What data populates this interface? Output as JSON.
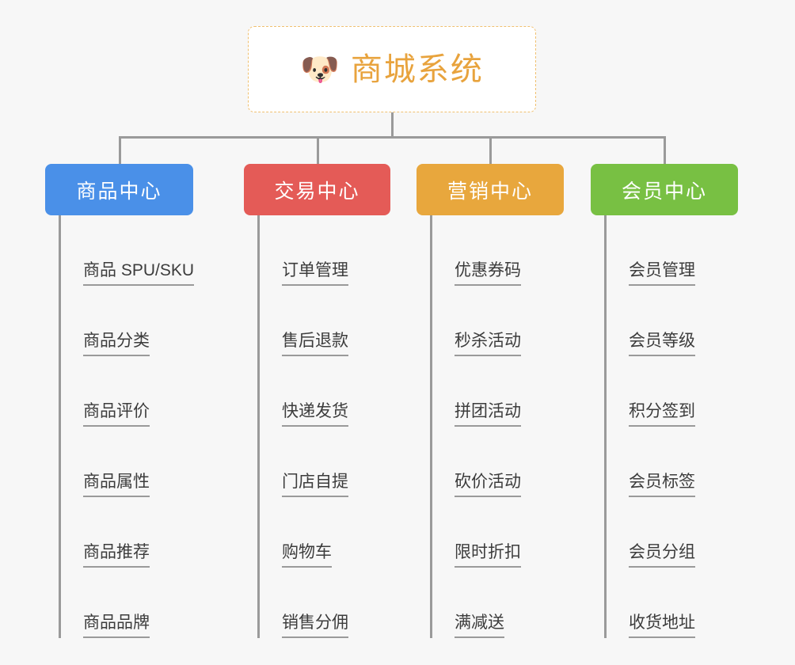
{
  "page": {
    "background_color": "#f7f7f7",
    "type": "mind-map"
  },
  "root": {
    "icon": "dog-face-emoji",
    "icon_glyph": "🐶",
    "title": "商城系统",
    "title_color": "#e8a33d",
    "border_color": "#f0c070",
    "background_color": "#ffffff"
  },
  "branches": [
    {
      "id": "product-center",
      "label": "商品中心",
      "color": "#4a90e8",
      "items": [
        {
          "label": "商品 SPU/SKU"
        },
        {
          "label": "商品分类"
        },
        {
          "label": "商品评价"
        },
        {
          "label": "商品属性"
        },
        {
          "label": "商品推荐"
        },
        {
          "label": "商品品牌"
        }
      ]
    },
    {
      "id": "trade-center",
      "label": "交易中心",
      "color": "#e45b57",
      "items": [
        {
          "label": "订单管理"
        },
        {
          "label": "售后退款"
        },
        {
          "label": "快递发货"
        },
        {
          "label": "门店自提"
        },
        {
          "label": "购物车"
        },
        {
          "label": "销售分佣"
        }
      ]
    },
    {
      "id": "marketing-center",
      "label": "营销中心",
      "color": "#e8a73d",
      "items": [
        {
          "label": "优惠券码"
        },
        {
          "label": "秒杀活动"
        },
        {
          "label": "拼团活动"
        },
        {
          "label": "砍价活动"
        },
        {
          "label": "限时折扣"
        },
        {
          "label": "满减送"
        }
      ]
    },
    {
      "id": "member-center",
      "label": "会员中心",
      "color": "#78c043",
      "items": [
        {
          "label": "会员管理"
        },
        {
          "label": "会员等级"
        },
        {
          "label": "积分签到"
        },
        {
          "label": "会员标签"
        },
        {
          "label": "会员分组"
        },
        {
          "label": "收货地址"
        }
      ]
    }
  ]
}
